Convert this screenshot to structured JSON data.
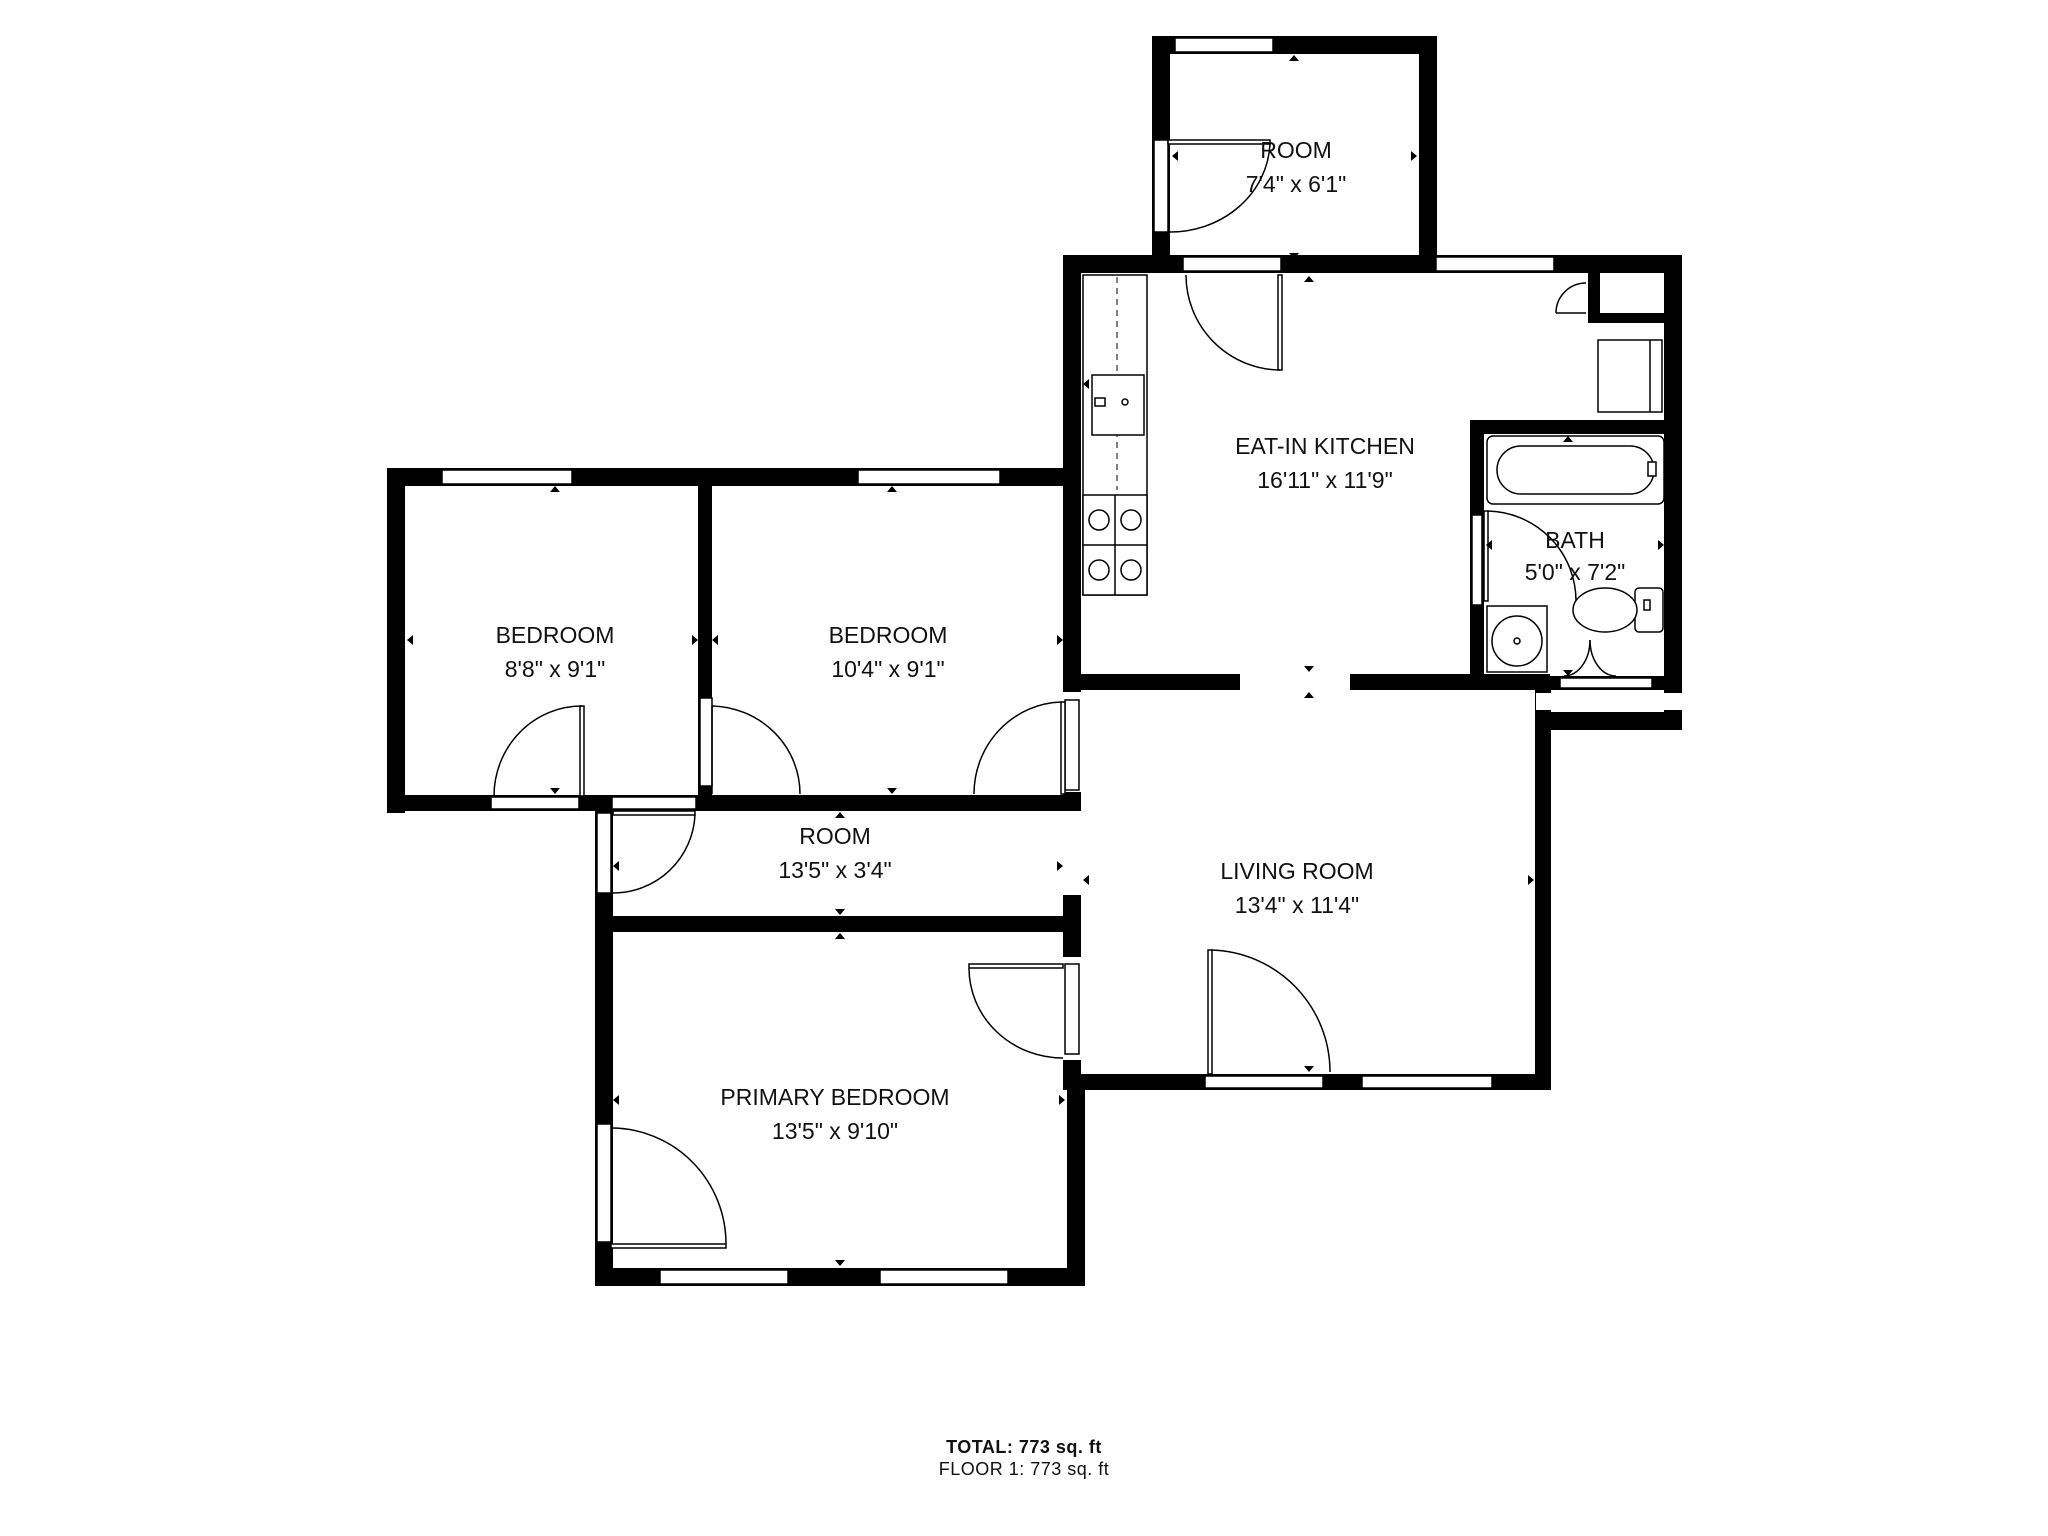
{
  "rooms": {
    "room_top": {
      "name": "ROOM",
      "dim": "7'4\" x 6'1\""
    },
    "kitchen": {
      "name": "EAT-IN KITCHEN",
      "dim": "16'11\" x 11'9\""
    },
    "bath": {
      "name": "BATH",
      "dim": "5'0\" x 7'2\""
    },
    "bedroom_left": {
      "name": "BEDROOM",
      "dim": "8'8\" x 9'1\""
    },
    "bedroom_mid": {
      "name": "BEDROOM",
      "dim": "10'4\" x 9'1\""
    },
    "hall": {
      "name": "ROOM",
      "dim": "13'5\" x 3'4\""
    },
    "living": {
      "name": "LIVING ROOM",
      "dim": "13'4\" x 11'4\""
    },
    "primary": {
      "name": "PRIMARY BEDROOM",
      "dim": "13'5\" x 9'10\""
    }
  },
  "totals": {
    "total": "TOTAL: 773 sq. ft",
    "floor": "FLOOR 1: 773 sq. ft"
  }
}
